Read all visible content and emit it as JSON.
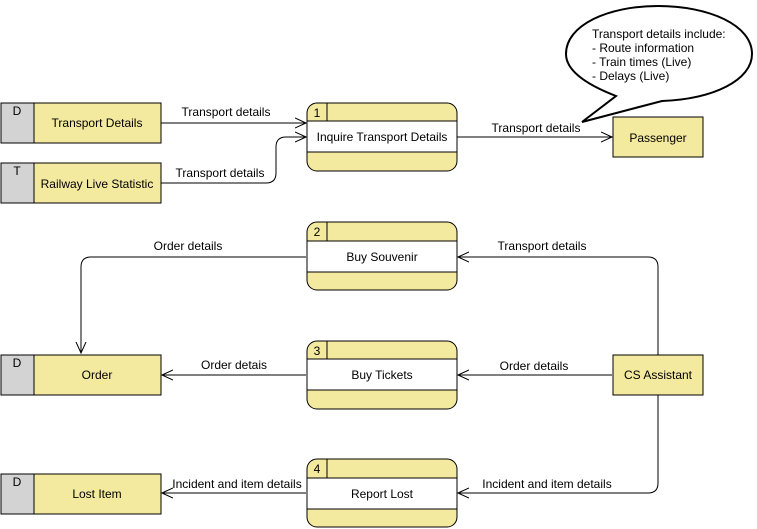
{
  "colors": {
    "fill": "#f3e99f",
    "store_tag_fill": "#d3d3d3",
    "stroke": "#000000",
    "background": "#ffffff"
  },
  "data_stores": [
    {
      "id": "transport-details",
      "tag": "D",
      "label": "Transport Details"
    },
    {
      "id": "railway-live-statistic",
      "tag": "T",
      "label": "Railway Live Statistic"
    },
    {
      "id": "order",
      "tag": "D",
      "label": "Order"
    },
    {
      "id": "lost-item",
      "tag": "D",
      "label": "Lost Item"
    }
  ],
  "processes": [
    {
      "id": "inquire-transport-details",
      "number": "1",
      "label": "Inquire Transport Details"
    },
    {
      "id": "buy-souvenir",
      "number": "2",
      "label": "Buy Souvenir"
    },
    {
      "id": "buy-tickets",
      "number": "3",
      "label": "Buy Tickets"
    },
    {
      "id": "report-lost",
      "number": "4",
      "label": "Report Lost"
    }
  ],
  "external_entities": [
    {
      "id": "passenger",
      "label": "Passenger"
    },
    {
      "id": "cs-assistant",
      "label": "CS Assistant"
    }
  ],
  "flows": [
    {
      "id": "td-to-inquire",
      "label": "Transport details"
    },
    {
      "id": "rls-to-inquire",
      "label": "Transport details"
    },
    {
      "id": "inquire-to-passenger",
      "label": "Transport details"
    },
    {
      "id": "souvenir-to-order",
      "label": "Order details"
    },
    {
      "id": "cs-to-souvenir",
      "label": "Transport details"
    },
    {
      "id": "tickets-to-order",
      "label": "Order detais"
    },
    {
      "id": "cs-to-tickets",
      "label": "Order details"
    },
    {
      "id": "cs-to-report",
      "label": "Incident and item details"
    },
    {
      "id": "report-to-lost",
      "label": "Incident and item details"
    }
  ],
  "callout": {
    "lines": [
      "Transport details include:",
      "- Route information",
      "- Train times (Live)",
      "- Delays (Live)"
    ]
  }
}
